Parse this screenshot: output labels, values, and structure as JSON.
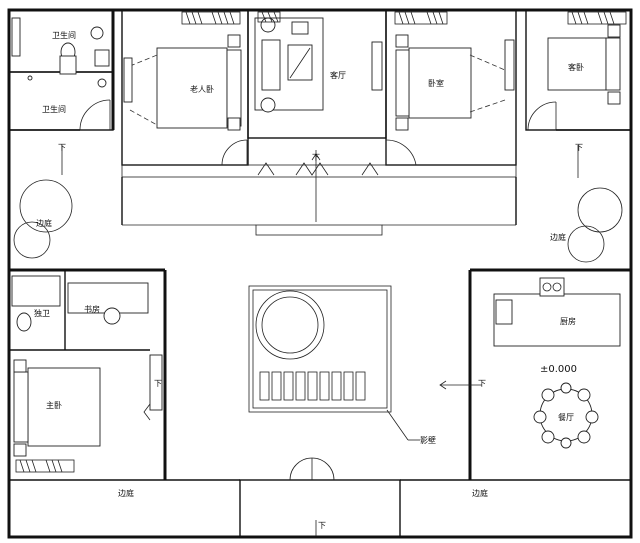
{
  "rooms": {
    "bathroom_top_1": "卫生间",
    "bathroom_top_2": "卫生间",
    "elder_bedroom": "老人卧",
    "living_room": "客厅",
    "bedroom": "卧室",
    "guest_room": "客卧",
    "side_yard_left": "边庭",
    "side_yard_right": "边庭",
    "private_bath": "独卫",
    "study": "书房",
    "master_bedroom": "主卧",
    "kitchen": "厨房",
    "dining_room": "餐厅",
    "side_yard_bottom_left": "边庭",
    "side_yard_bottom_right": "边庭",
    "screen_wall": "影壁"
  },
  "annotations": {
    "elevation": "±0.000",
    "down_arrow": "下"
  }
}
